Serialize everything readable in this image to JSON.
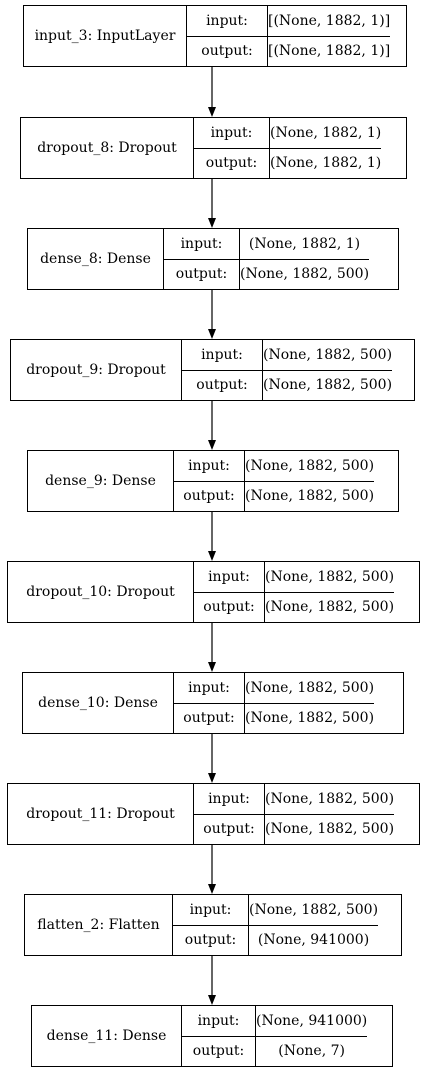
{
  "layers": [
    {
      "name": "input_3: InputLayer",
      "input_label": "input:",
      "output_label": "output:",
      "input": "[(None, 1882, 1)]",
      "output": "[(None, 1882, 1)]"
    },
    {
      "name": "dropout_8: Dropout",
      "input_label": "input:",
      "output_label": "output:",
      "input": "(None, 1882, 1)",
      "output": "(None, 1882, 1)"
    },
    {
      "name": "dense_8: Dense",
      "input_label": "input:",
      "output_label": "output:",
      "input": "(None, 1882, 1)",
      "output": "(None, 1882, 500)"
    },
    {
      "name": "dropout_9: Dropout",
      "input_label": "input:",
      "output_label": "output:",
      "input": "(None, 1882, 500)",
      "output": "(None, 1882, 500)"
    },
    {
      "name": "dense_9: Dense",
      "input_label": "input:",
      "output_label": "output:",
      "input": "(None, 1882, 500)",
      "output": "(None, 1882, 500)"
    },
    {
      "name": "dropout_10: Dropout",
      "input_label": "input:",
      "output_label": "output:",
      "input": "(None, 1882, 500)",
      "output": "(None, 1882, 500)"
    },
    {
      "name": "dense_10: Dense",
      "input_label": "input:",
      "output_label": "output:",
      "input": "(None, 1882, 500)",
      "output": "(None, 1882, 500)"
    },
    {
      "name": "dropout_11: Dropout",
      "input_label": "input:",
      "output_label": "output:",
      "input": "(None, 1882, 500)",
      "output": "(None, 1882, 500)"
    },
    {
      "name": "flatten_2: Flatten",
      "input_label": "input:",
      "output_label": "output:",
      "input": "(None, 1882, 500)",
      "output": "(None, 941000)"
    },
    {
      "name": "dense_11: Dense",
      "input_label": "input:",
      "output_label": "output:",
      "input": "(None, 941000)",
      "output": "(None, 7)"
    }
  ]
}
